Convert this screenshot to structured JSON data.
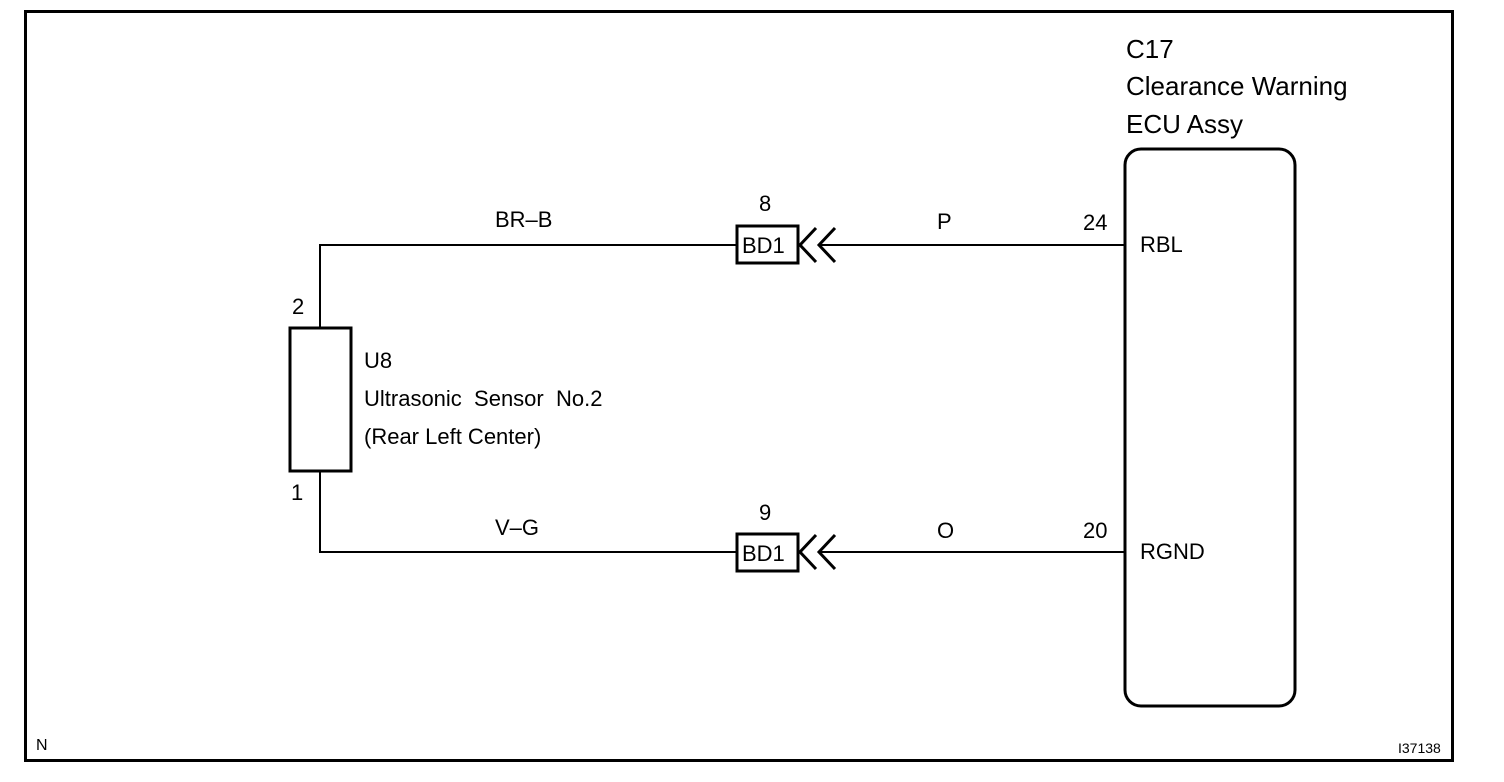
{
  "ecu": {
    "code": "C17",
    "name_line1": "Clearance Warning",
    "name_line2": "ECU Assy",
    "pins": [
      {
        "number": "24",
        "name": "RBL"
      },
      {
        "number": "20",
        "name": "RGND"
      }
    ]
  },
  "sensor": {
    "code": "U8",
    "name": "Ultrasonic  Sensor  No.2",
    "location": "(Rear Left Center)",
    "pin_top": "2",
    "pin_bottom": "1"
  },
  "wires": [
    {
      "sensor_side_color": "BR–B",
      "connector_pin": "8",
      "connector": "BD1",
      "ecu_side_color": "P"
    },
    {
      "sensor_side_color": "V–G",
      "connector_pin": "9",
      "connector": "BD1",
      "ecu_side_color": "O"
    }
  ],
  "footer": {
    "left_mark": "N",
    "figure_id": "I37138"
  }
}
